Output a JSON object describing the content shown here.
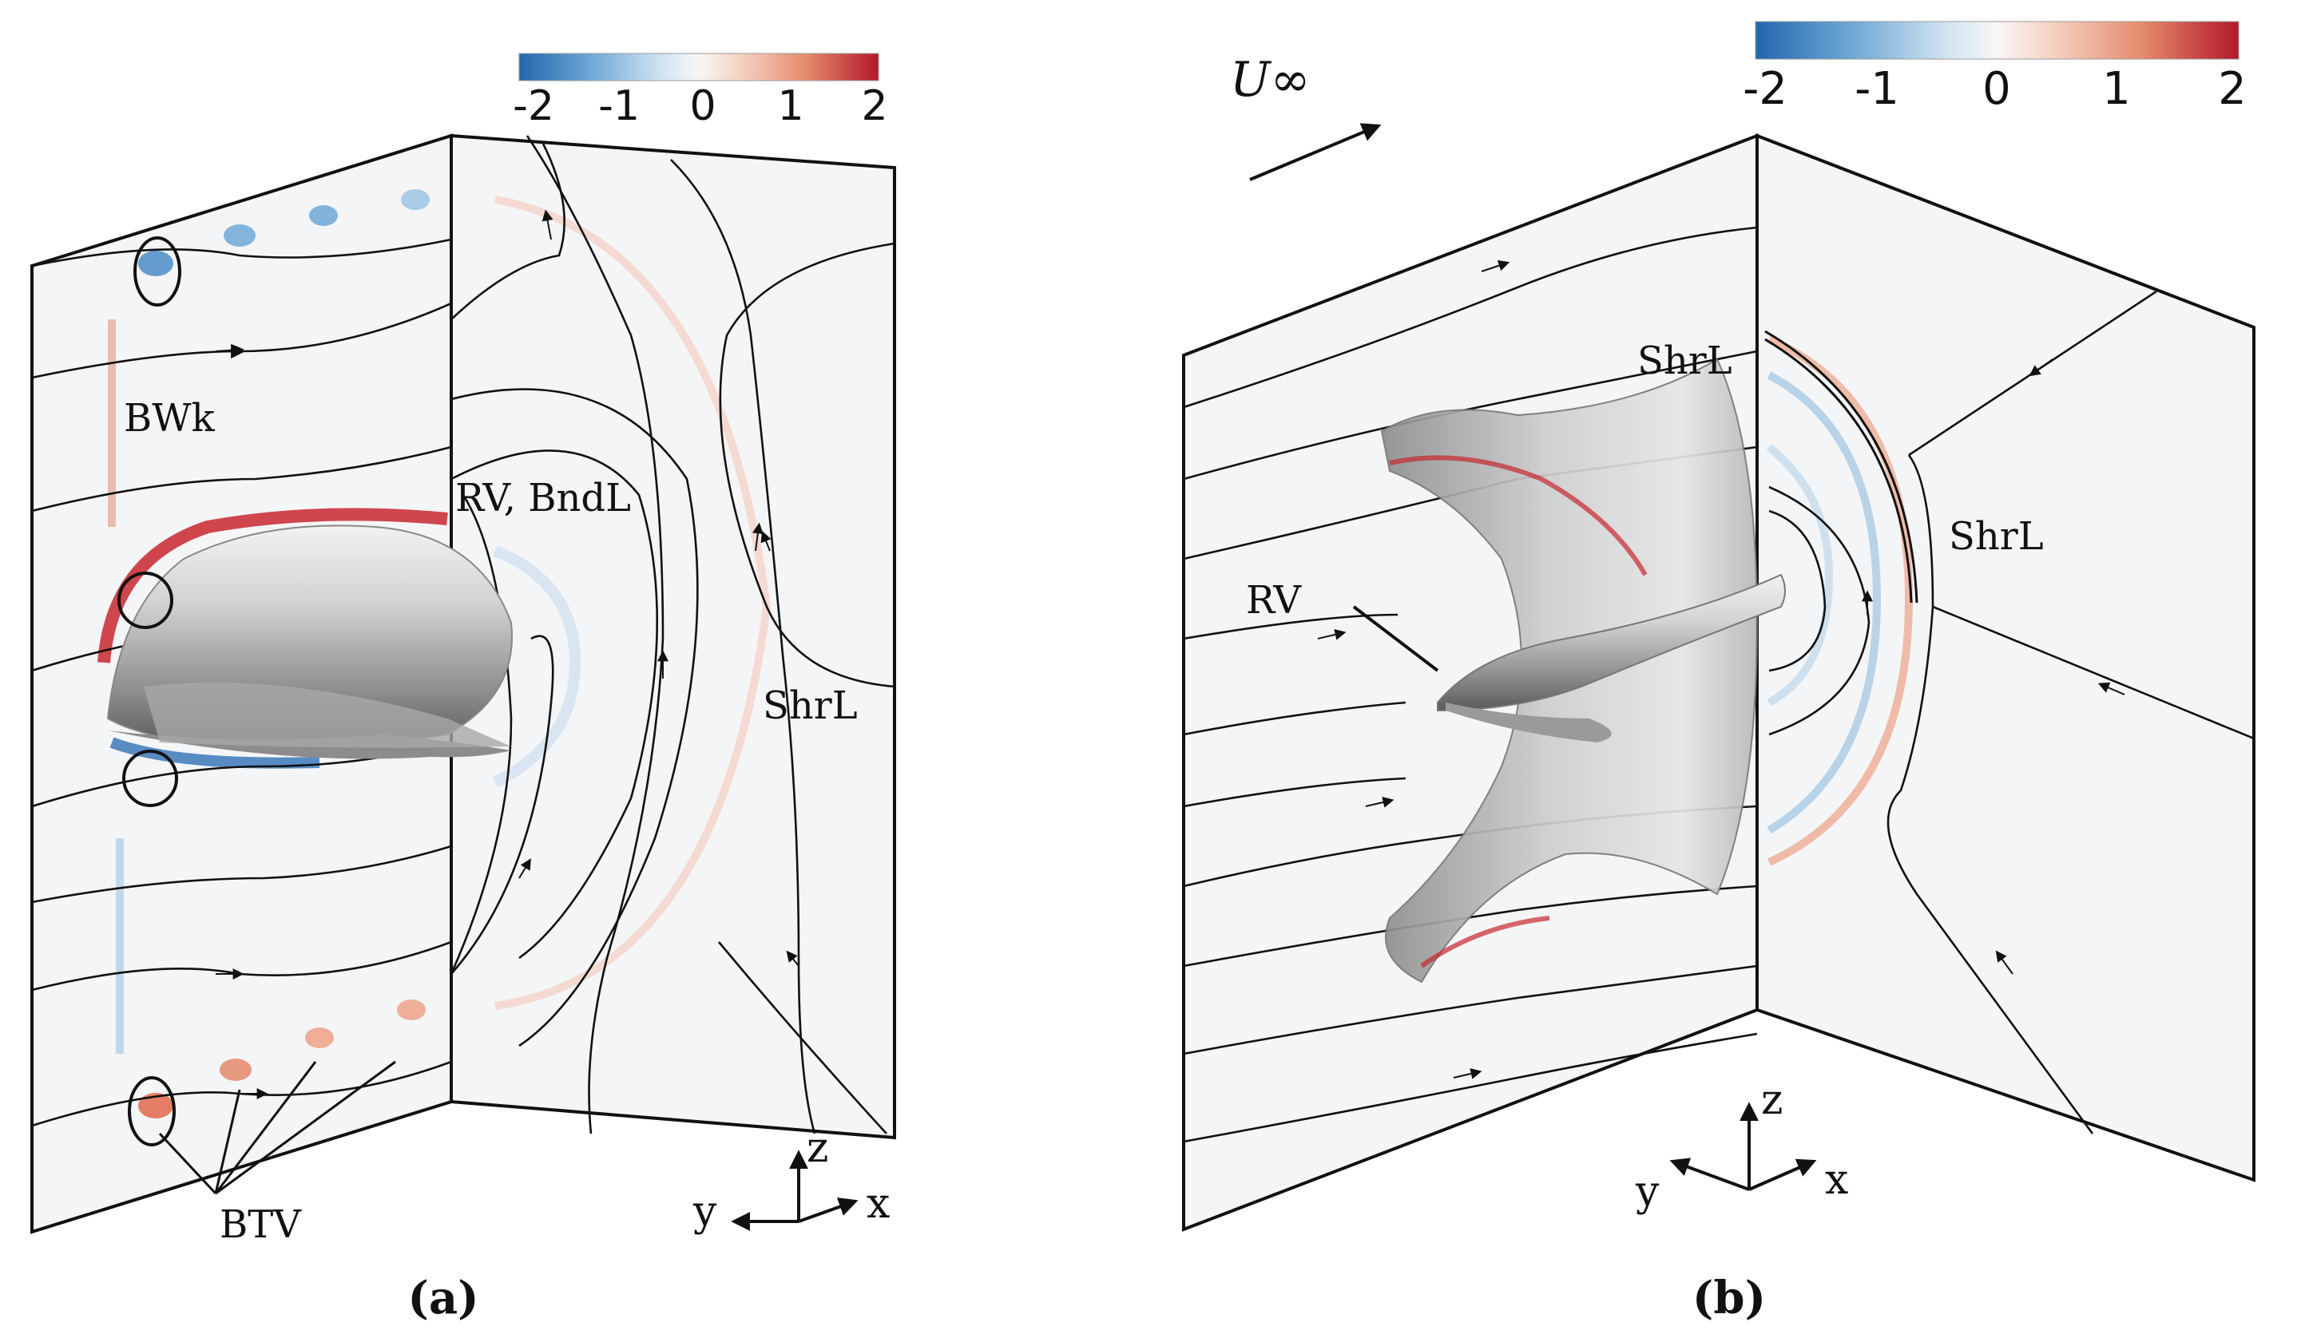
{
  "colorbar": {
    "min": -2,
    "max": 2,
    "ticks": [
      "-2",
      "-1",
      "0",
      "1",
      "2"
    ],
    "colors": [
      "#2166ac",
      "#6fa8d6",
      "#d4e5f1",
      "#f7f7f7",
      "#f6d0c0",
      "#e58a6c",
      "#b2182b"
    ]
  },
  "panel_a": {
    "caption": "(a)",
    "labels": {
      "bwk": "BWk",
      "rv_bndl": "RV, BndL",
      "shrl": "ShrL",
      "btv": "BTV"
    },
    "axes": {
      "z": "z",
      "y": "y",
      "x": "x"
    }
  },
  "panel_b": {
    "caption": "(b)",
    "freestream": "U∞",
    "labels": {
      "shrl_top": "ShrL",
      "shrl_right": "ShrL",
      "rv": "RV"
    },
    "axes": {
      "z": "z",
      "y": "y",
      "x": "x"
    }
  },
  "icons": [
    "freestream-arrow-icon",
    "axis-triad-icon",
    "vortex-circle-icon"
  ]
}
